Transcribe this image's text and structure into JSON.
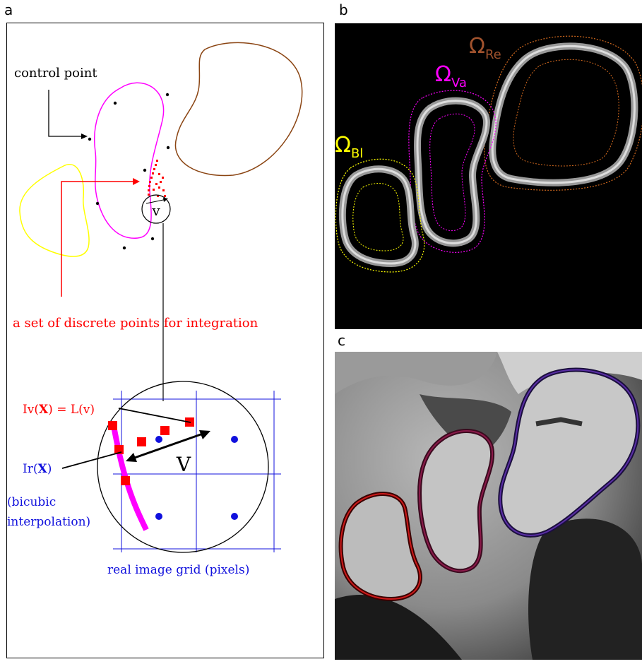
{
  "panels": {
    "a": {
      "letter": "a",
      "control_point_label": "control point",
      "discrete_points_label": "a set of discrete points for integration",
      "v_small": "v",
      "v_big": "V",
      "iv_label": {
        "pre": "Iv(",
        "bold": "X",
        "post": ") = L(v)"
      },
      "ir_label": {
        "pre": "Ir(",
        "bold": "X",
        "post": ")"
      },
      "bicubic_line1": "(bicubic",
      "bicubic_line2": "interpolation)",
      "grid_label": "real image grid (pixels)"
    },
    "b": {
      "letter": "b",
      "regions": [
        {
          "symbol": "Ω",
          "sub": "Bl",
          "color": "#ffff00"
        },
        {
          "symbol": "Ω",
          "sub": "Va",
          "color": "#ff00ff"
        },
        {
          "symbol": "Ω",
          "sub": "Re",
          "color": "#a0522d"
        }
      ]
    },
    "c": {
      "letter": "c"
    }
  },
  "colors": {
    "yellow": "#ffff00",
    "magenta": "#ff00ff",
    "brown": "#8b4513",
    "red": "#ff0000",
    "blue": "#1010dd",
    "orange_dotted": "#d2691e"
  }
}
